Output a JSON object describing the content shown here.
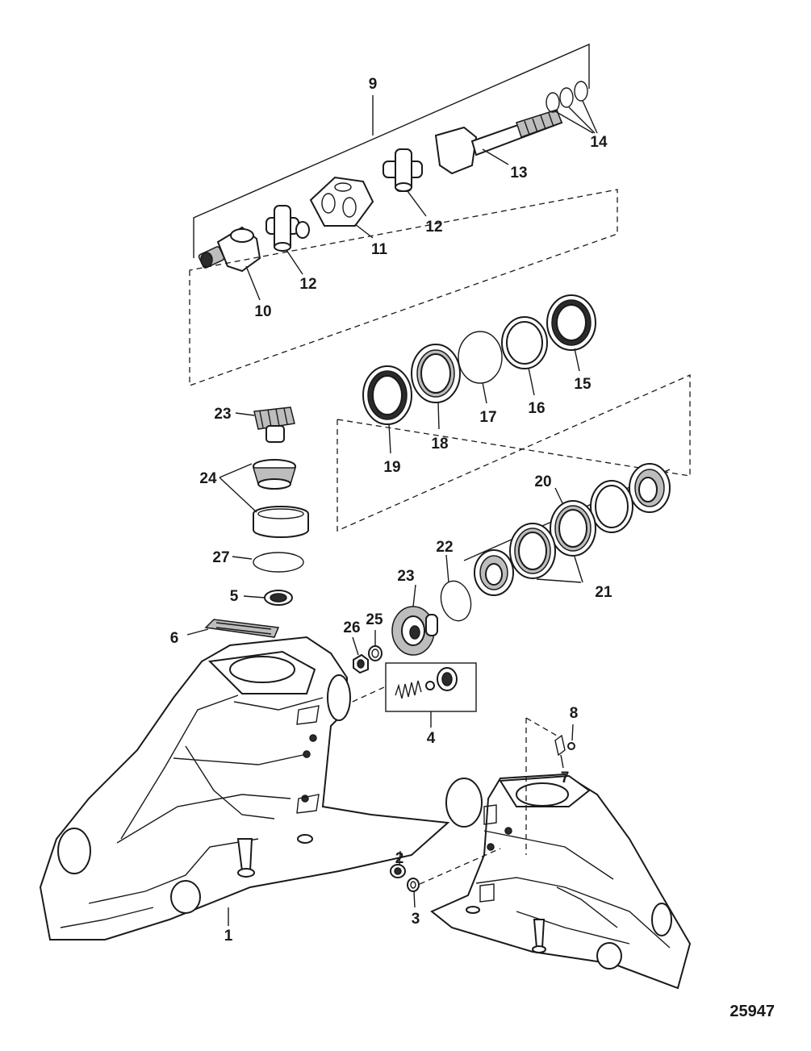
{
  "figure_number": "25947",
  "callouts": {
    "c1": "1",
    "c2": "2",
    "c3": "3",
    "c4": "4",
    "c5": "5",
    "c6": "6",
    "c7": "7",
    "c8": "8",
    "c9": "9",
    "c10": "10",
    "c11": "11",
    "c12a": "12",
    "c12b": "12",
    "c13": "13",
    "c14": "14",
    "c15": "15",
    "c16": "16",
    "c17": "17",
    "c18": "18",
    "c19": "19",
    "c20": "20",
    "c21": "21",
    "c22": "22",
    "c23a": "23",
    "c23b": "23",
    "c24": "24",
    "c25": "25",
    "c26": "26",
    "c27": "27"
  },
  "colors": {
    "line": "#1a1a1a",
    "shade": "#bdbdbd",
    "dark": "#2b2b2b",
    "background": "#ffffff"
  }
}
